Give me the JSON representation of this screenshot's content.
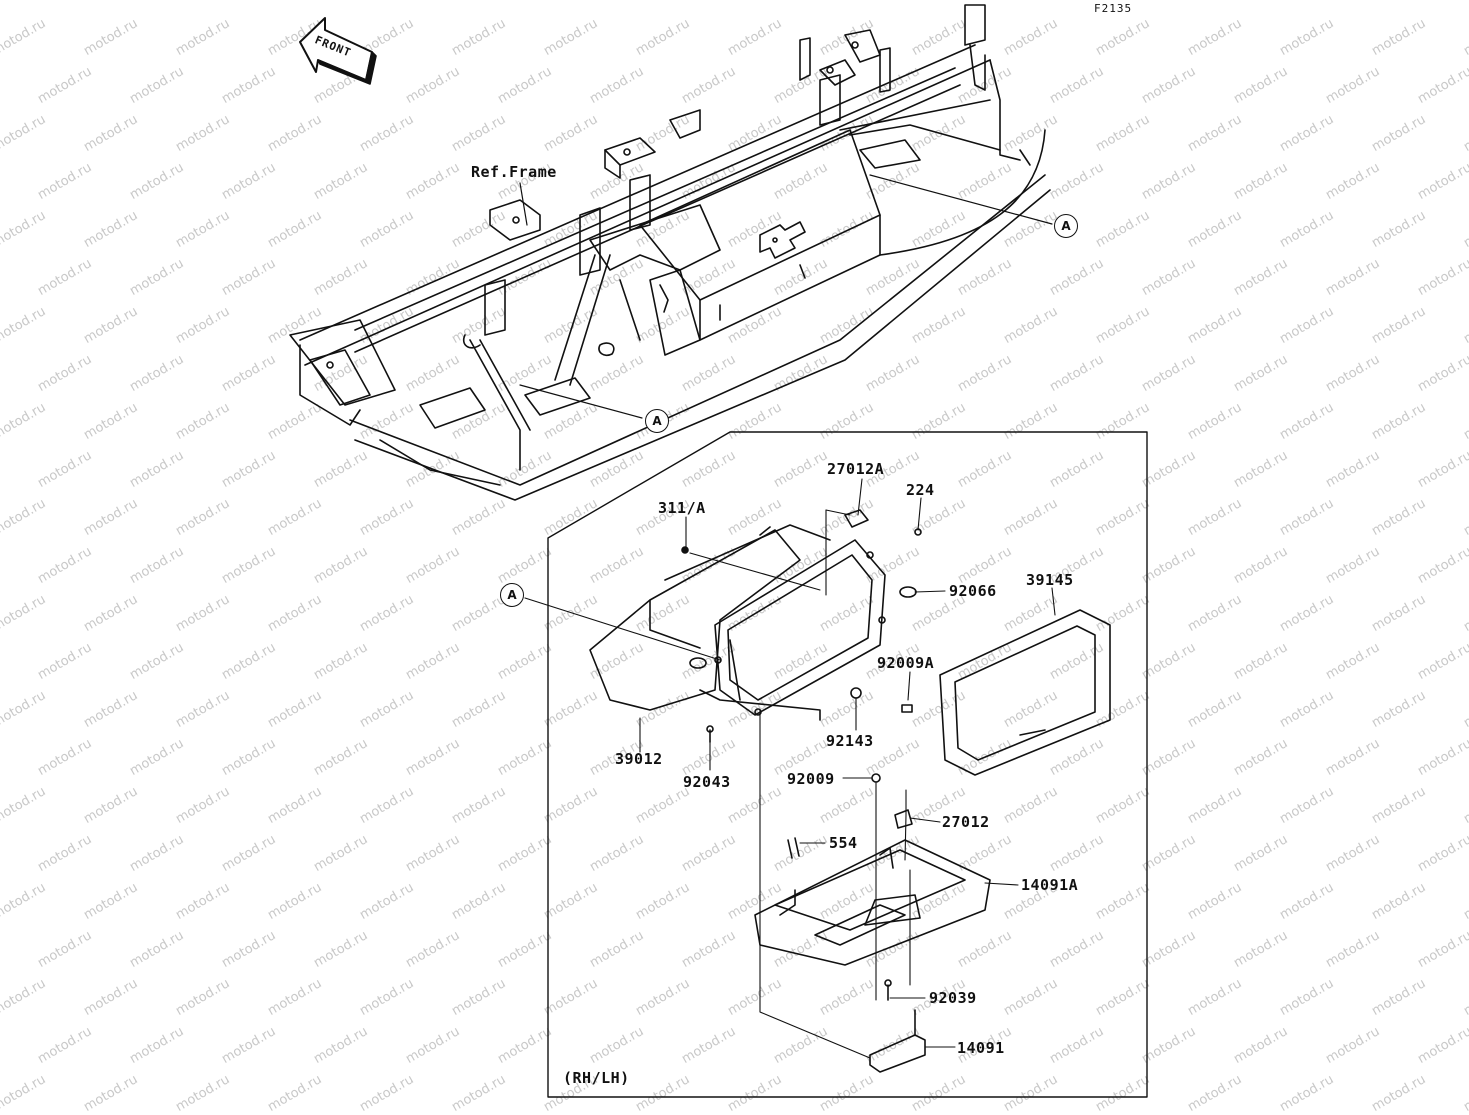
{
  "figure_code": "F2135",
  "front_arrow_text": "FRONT",
  "watermark_text": "motod.ru",
  "ref_frame_label": "Ref.Frame",
  "callout_letter": "A",
  "variant_note": "(RH/LH)",
  "parts": {
    "p311a": "311/A",
    "p27012a": "27012A",
    "p224": "224",
    "p92066": "92066",
    "p39145": "39145",
    "p92009a": "92009A",
    "p92143": "92143",
    "p39012": "39012",
    "p92043": "92043",
    "p92009": "92009",
    "p27012": "27012",
    "p554": "554",
    "p14091a": "14091A",
    "p92039": "92039",
    "p14091": "14091"
  }
}
